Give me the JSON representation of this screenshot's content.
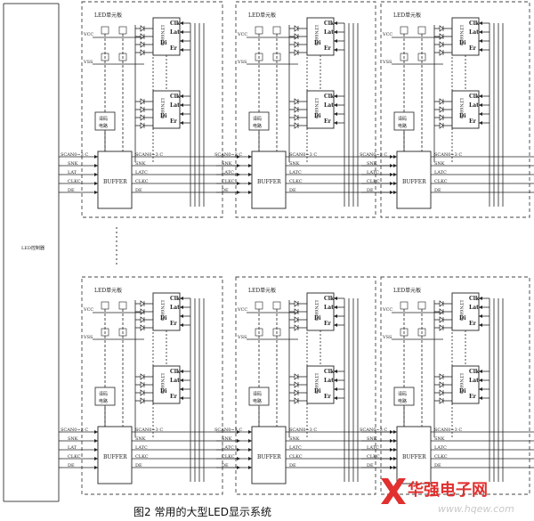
{
  "colors": {
    "line": "#222222",
    "frame": "#444444",
    "watermark_red": "#e0302f",
    "watermark_gray": "#c8c8c8"
  },
  "controller_label": "LED控制器",
  "units": [
    {
      "title": "LED单元板",
      "vcc": "VCC",
      "vss": "VSS",
      "decoder": [
        "译码",
        "电路"
      ],
      "buffer": "BUFFER",
      "chip_text": "LTN6820",
      "chip_pins": [
        "Clk",
        "Lat",
        "Di",
        "Er"
      ],
      "in_signals": [
        "SCAN0~3 C",
        "SNK",
        "LAT",
        "CLKC",
        "DE"
      ],
      "out_signals": [
        "SCAN0~3 C",
        "SNK",
        "LATC",
        "CLKC",
        "DE"
      ]
    },
    {
      "title": "LED单元板",
      "vcc": "VCC",
      "vss": "VSS",
      "decoder": [
        "译码",
        "电路"
      ],
      "buffer": "BUFFER",
      "chip_text": "LTN6820",
      "chip_pins": [
        "Clk",
        "Lat",
        "Di",
        "Er"
      ],
      "in_signals": [
        "SCAN0~3 C",
        "SNK",
        "LATC",
        "CLKC",
        "DE"
      ],
      "out_signals": [
        "SCAN0~3 C",
        "SNK",
        "LATC",
        "CLKC",
        "DE"
      ]
    },
    {
      "title": "LED单元板",
      "vcc": "VCC",
      "vss": "VSS",
      "decoder": [
        "译码",
        "电路"
      ],
      "buffer": "BUFFER",
      "chip_text": "LTN6820",
      "chip_pins": [
        "Clk",
        "Lat",
        "Di",
        "Er"
      ],
      "in_signals": [
        "SCAN0~3 C",
        "SNK",
        "LATC",
        "CLKC",
        "DE"
      ],
      "out_signals": [
        "SCAN0~3 C",
        "SNK",
        "LATC",
        "CLKC",
        "DE"
      ]
    },
    {
      "title": "LED单元板",
      "vcc": "VCC",
      "vss": "VSS",
      "decoder": [
        "译码",
        "电路"
      ],
      "buffer": "BUFFER",
      "chip_text": "LTN6820",
      "chip_pins": [
        "Clk",
        "Lat",
        "Di",
        "Er"
      ],
      "in_signals": [
        "SCAN0~3 C",
        "SNK",
        "LAT",
        "CLKC",
        "DE"
      ],
      "out_signals": [
        "SCAN0~3 C",
        "SNK",
        "LATC",
        "CLKC",
        "DE"
      ]
    },
    {
      "title": "LED单元板",
      "vcc": "VCC",
      "vss": "VSS",
      "decoder": [
        "译码",
        "电路"
      ],
      "buffer": "BUFFER",
      "chip_text": "LTN6820",
      "chip_pins": [
        "Clk",
        "Lat",
        "Di",
        "Er"
      ],
      "in_signals": [
        "SCAN0~3 C",
        "SNK",
        "LATC",
        "CLKC",
        "DE"
      ],
      "out_signals": [
        "SCAN0~3 C",
        "SNK",
        "LATC",
        "CLKC",
        "DE"
      ]
    },
    {
      "title": "LED单元板",
      "vcc": "VCC",
      "vss": "VSS",
      "decoder": [
        "译码",
        "电路"
      ],
      "buffer": "BUFFER",
      "chip_text": "LTN6820",
      "chip_pins": [
        "Clk",
        "Lat",
        "Di",
        "Er"
      ],
      "in_signals": [
        "SCAN0~3 C",
        "SNK",
        "LATC",
        "CLKC",
        "DE"
      ],
      "out_signals": [
        "SCAN0~3 C",
        "SNK",
        "LATC",
        "CLKC",
        "DE"
      ]
    }
  ],
  "caption": "图2 常用的大型LED显示系统",
  "watermark": {
    "logo_text": "华强电子网",
    "url": "www.hqew.com"
  }
}
